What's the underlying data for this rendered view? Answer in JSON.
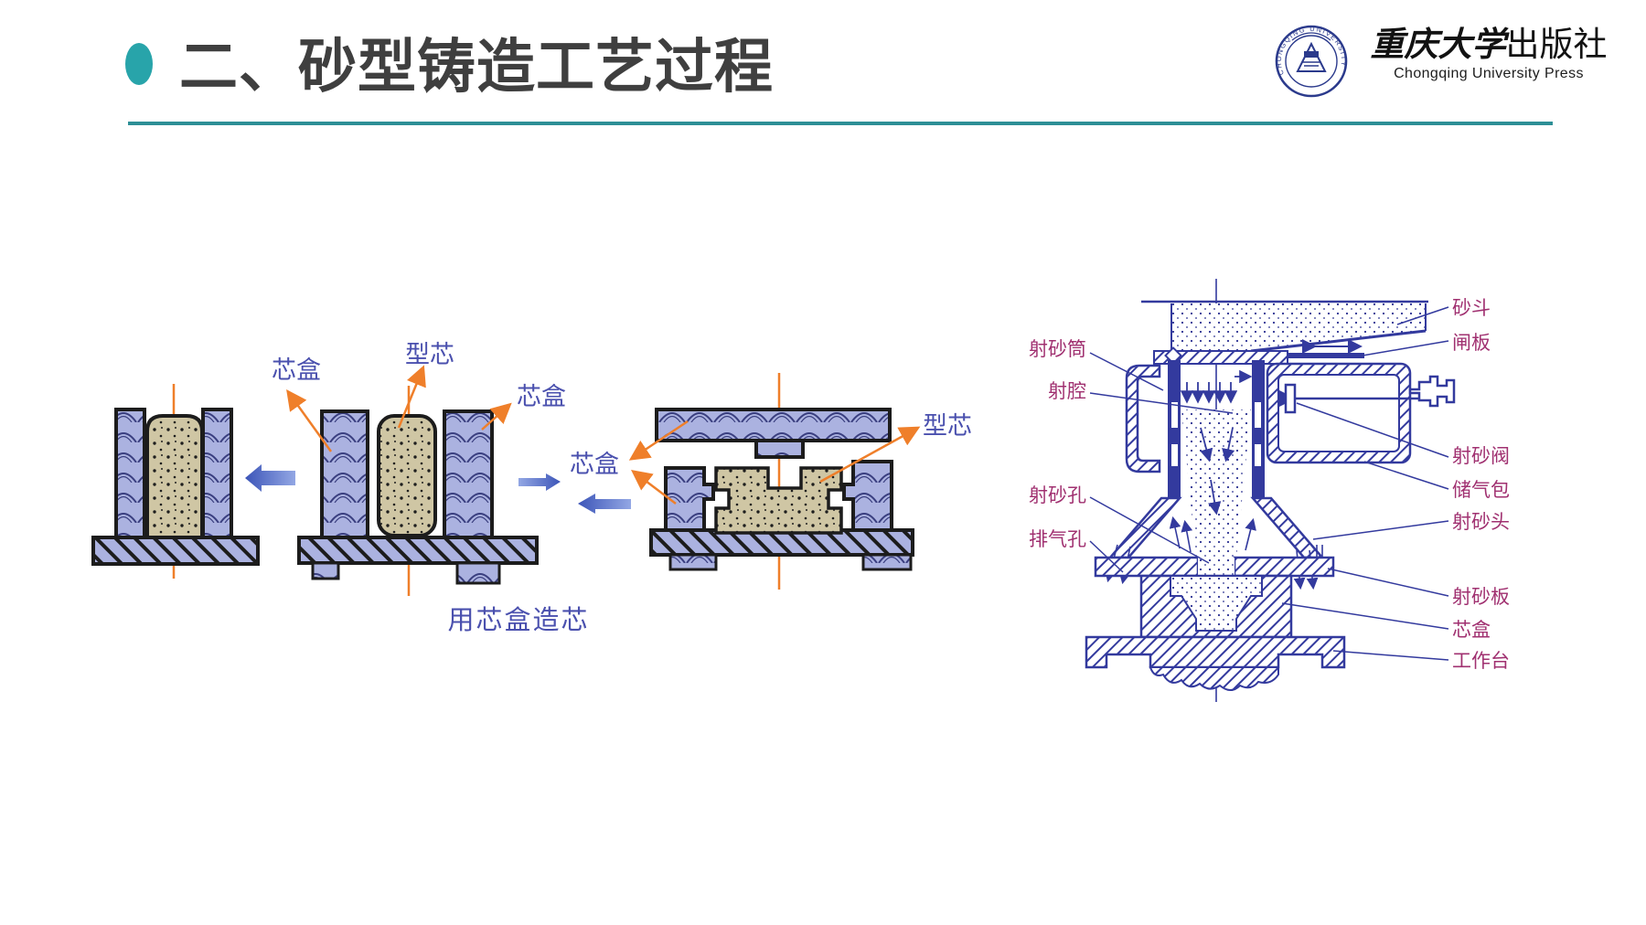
{
  "header": {
    "title": "二、砂型铸造工艺过程",
    "logo": {
      "cn_calligraphy": "重庆大学",
      "cn_rest": "出版社",
      "en": "Chongqing University Press",
      "seal_text": "CHONGQING UNIVERSITY"
    }
  },
  "left_diagram": {
    "caption": "用芯盒造芯",
    "labels": {
      "core_box_a": "芯盒",
      "core_a": "型芯",
      "core_box_b": "芯盒",
      "core_box_c": "芯盒",
      "core_c": "型芯"
    }
  },
  "right_diagram": {
    "labels_left": [
      "射砂筒",
      "射腔",
      "射砂孔",
      "排气孔"
    ],
    "labels_right": [
      "砂斗",
      "闸板",
      "射砂阀",
      "储气包",
      "射砂头",
      "射砂板",
      "芯盒",
      "工作台"
    ]
  },
  "colors": {
    "accent_teal": "#28a4aa",
    "divider_teal": "#2d8f96",
    "title_gray": "#3f3f3f",
    "machine_navy": "#333a9e",
    "machine_label_magenta": "#a03070",
    "diagram_label_blue": "#4a50ae",
    "callout_orange": "#ef7f2a",
    "part_lavender": "#abb2e0",
    "sand_tan": "#cfc6a4"
  }
}
